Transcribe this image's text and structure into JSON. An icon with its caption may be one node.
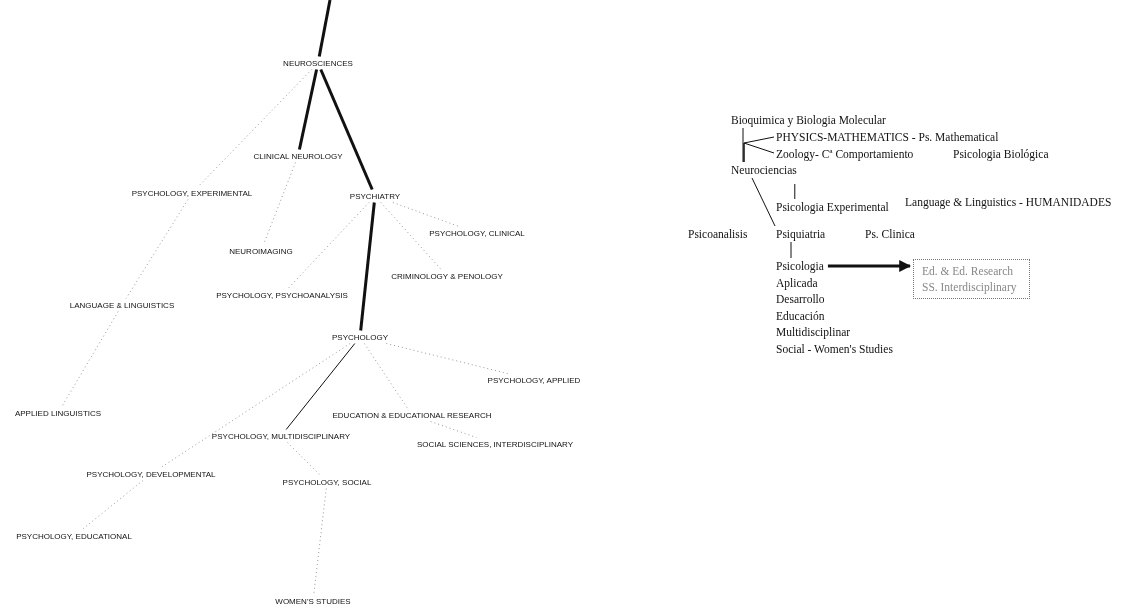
{
  "diagram": {
    "nodes": [
      {
        "text": [
          "NEUROSCIENCES"
        ]
      },
      {
        "text": [
          "CLINICAL NEUROLOGY"
        ]
      },
      {
        "text": [
          "PSYCHOLOGY, EXPERIMENTAL"
        ]
      },
      {
        "text": [
          "PSYCHIATRY"
        ]
      },
      {
        "text": [
          "NEUROIMAGING"
        ]
      },
      {
        "text": [
          "PSYCHOLOGY, CLINICAL"
        ]
      },
      {
        "text": [
          "CRIMINOLOGY & PENOLOGY"
        ]
      },
      {
        "text": [
          "PSYCHOLOGY, PSYCHOANALYSIS"
        ]
      },
      {
        "text": [
          "LANGUAGE & LINGUISTICS"
        ]
      },
      {
        "text": [
          "PSYCHOLOGY"
        ]
      },
      {
        "text": [
          "PSYCHOLOGY, APPLIED"
        ]
      },
      {
        "text": [
          "APPLIED LINGUISTICS"
        ]
      },
      {
        "text": [
          "EDUCATION & EDUCATIONAL RESEARCH"
        ]
      },
      {
        "text": [
          "PSYCHOLOGY, MULTIDISCIPLINARY"
        ]
      },
      {
        "text": [
          "SOCIAL SCIENCES, INTERDISCIPLINARY"
        ]
      },
      {
        "text": [
          "PSYCHOLOGY, DEVELOPMENTAL"
        ]
      },
      {
        "text": [
          "PSYCHOLOGY, SOCIAL"
        ]
      },
      {
        "text": [
          "PSYCHOLOGY, EDUCATIONAL"
        ]
      },
      {
        "text": [
          "WOMEN'S STUDIES"
        ]
      },
      {
        "text": [
          "Bioquimica y Biologia Molecular"
        ]
      },
      {
        "text": [
          "PHYSICS-MATHEMATICS - Ps. Mathematical"
        ]
      },
      {
        "text": [
          "Zoology- Cª Comportamiento"
        ]
      },
      {
        "text": [
          "Neurociencias"
        ]
      },
      {
        "text": [
          "Psicologia Experimental"
        ]
      },
      {
        "text": [
          "Psiquiatria"
        ]
      },
      {
        "text": [
          "Psicologia"
        ]
      },
      {
        "text": [
          "Ed. & Ed. Research",
          "SS. Interdisciplinary"
        ]
      }
    ],
    "edges": [
      {
        "from": null,
        "to": 0,
        "arrow": "none",
        "style": "thick",
        "color": "#111111"
      },
      {
        "from": 0,
        "to": 1,
        "arrow": "none",
        "style": "thick",
        "color": "#111111"
      },
      {
        "from": 0,
        "to": 3,
        "arrow": "none",
        "style": "thick",
        "color": "#111111"
      },
      {
        "from": 3,
        "to": 9,
        "arrow": "none",
        "style": "thick",
        "color": "#111111"
      },
      {
        "from": 9,
        "to": 13,
        "arrow": "none",
        "color": "#111111"
      },
      {
        "from": 0,
        "to": 2,
        "arrow": "none",
        "style": "dashed",
        "color": "#999999"
      },
      {
        "from": 2,
        "to": 8,
        "arrow": "none",
        "style": "dashed",
        "color": "#999999"
      },
      {
        "from": 1,
        "to": 4,
        "arrow": "none",
        "style": "dashed",
        "color": "#999999"
      },
      {
        "from": 3,
        "to": 5,
        "arrow": "none",
        "style": "dashed",
        "color": "#999999"
      },
      {
        "from": 3,
        "to": 7,
        "arrow": "none",
        "style": "dashed",
        "color": "#999999"
      },
      {
        "from": 3,
        "to": 6,
        "arrow": "none",
        "style": "dashed",
        "color": "#999999"
      },
      {
        "from": 9,
        "to": 10,
        "arrow": "none",
        "style": "dashed",
        "color": "#999999"
      },
      {
        "from": 9,
        "to": 12,
        "arrow": "none",
        "style": "dashed",
        "color": "#999999"
      },
      {
        "from": 12,
        "to": 14,
        "arrow": "none",
        "style": "dashed",
        "color": "#999999"
      },
      {
        "from": 9,
        "to": 15,
        "arrow": "none",
        "style": "dashed",
        "color": "#999999"
      },
      {
        "from": 15,
        "to": 17,
        "arrow": "none",
        "style": "dashed",
        "color": "#999999"
      },
      {
        "from": 8,
        "to": 11,
        "arrow": "none",
        "style": "dashed",
        "color": "#999999"
      },
      {
        "from": 13,
        "to": 16,
        "arrow": "none",
        "style": "dashed",
        "color": "#999999"
      },
      {
        "from": 16,
        "to": 18,
        "arrow": "none",
        "style": "dashed",
        "color": "#999999"
      },
      {
        "from": 19,
        "to": 22,
        "arrow": "none",
        "color": "#111111"
      },
      {
        "from": 20,
        "to": 22,
        "arrow": "none",
        "color": "#111111"
      },
      {
        "from": 21,
        "to": 22,
        "arrow": "none",
        "color": "#111111"
      },
      {
        "from": 22,
        "to": 23,
        "arrow": "none",
        "color": "#111111"
      },
      {
        "from": 22,
        "to": 24,
        "arrow": "none",
        "color": "#111111"
      },
      {
        "from": 24,
        "to": 25,
        "arrow": "none",
        "color": "#111111"
      },
      {
        "from": 25,
        "to": 26,
        "arrow": "to",
        "style": "thick",
        "color": "#111111"
      }
    ],
    "labels": [
      "Psicologia Biológica",
      "Language & Linguistics - HUMANIDADES",
      "Psicoanalisis",
      "Ps. Clinica",
      "Aplicada",
      "Desarrollo",
      "Educación",
      "Multidisciplinar",
      "Social - Women's Studies"
    ]
  }
}
